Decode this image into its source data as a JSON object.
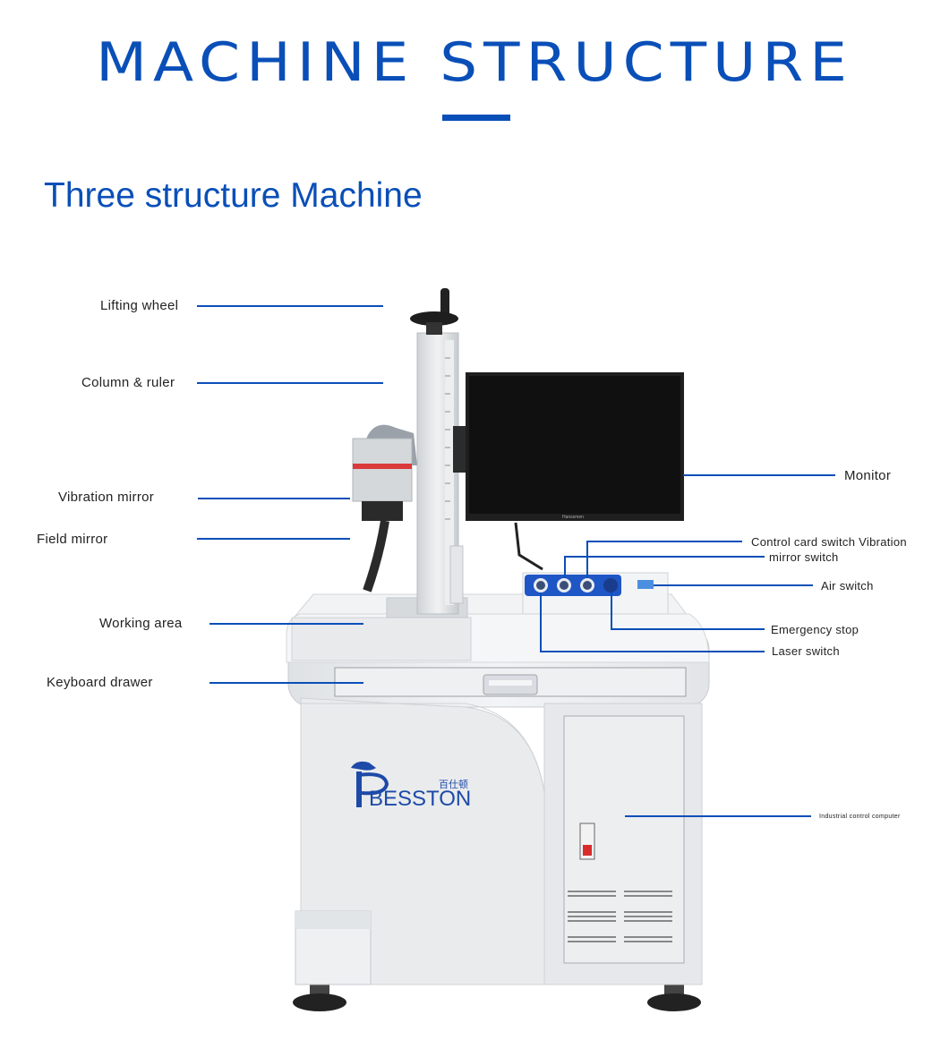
{
  "title": "MACHINE STRUCTURE",
  "subtitle": "Three structure Machine",
  "brand": {
    "latin": "BESSTON",
    "chinese": "百仕顿"
  },
  "monitor_brand": "Hanssmen",
  "labels": {
    "lifting_wheel": "Lifting wheel",
    "column_ruler": "Column & ruler",
    "vibration_mirror": "Vibration mirror",
    "field_mirror": "Field mirror",
    "working_area": "Working area",
    "keyboard_drawer": "Keyboard drawer",
    "monitor": "Monitor",
    "control_card_switch": "Control card switch Vibration",
    "mirror_switch": "mirror switch",
    "air_switch": "Air switch",
    "emergency_stop": "Emergency stop",
    "laser_switch": "Laser switch",
    "industrial_control_computer": "Industrial control computer"
  },
  "colors": {
    "accent": "#0a4fb8",
    "machine_body": "#eceef0",
    "head_stripe": "#d93a3a",
    "knob": "#1f56c6"
  }
}
